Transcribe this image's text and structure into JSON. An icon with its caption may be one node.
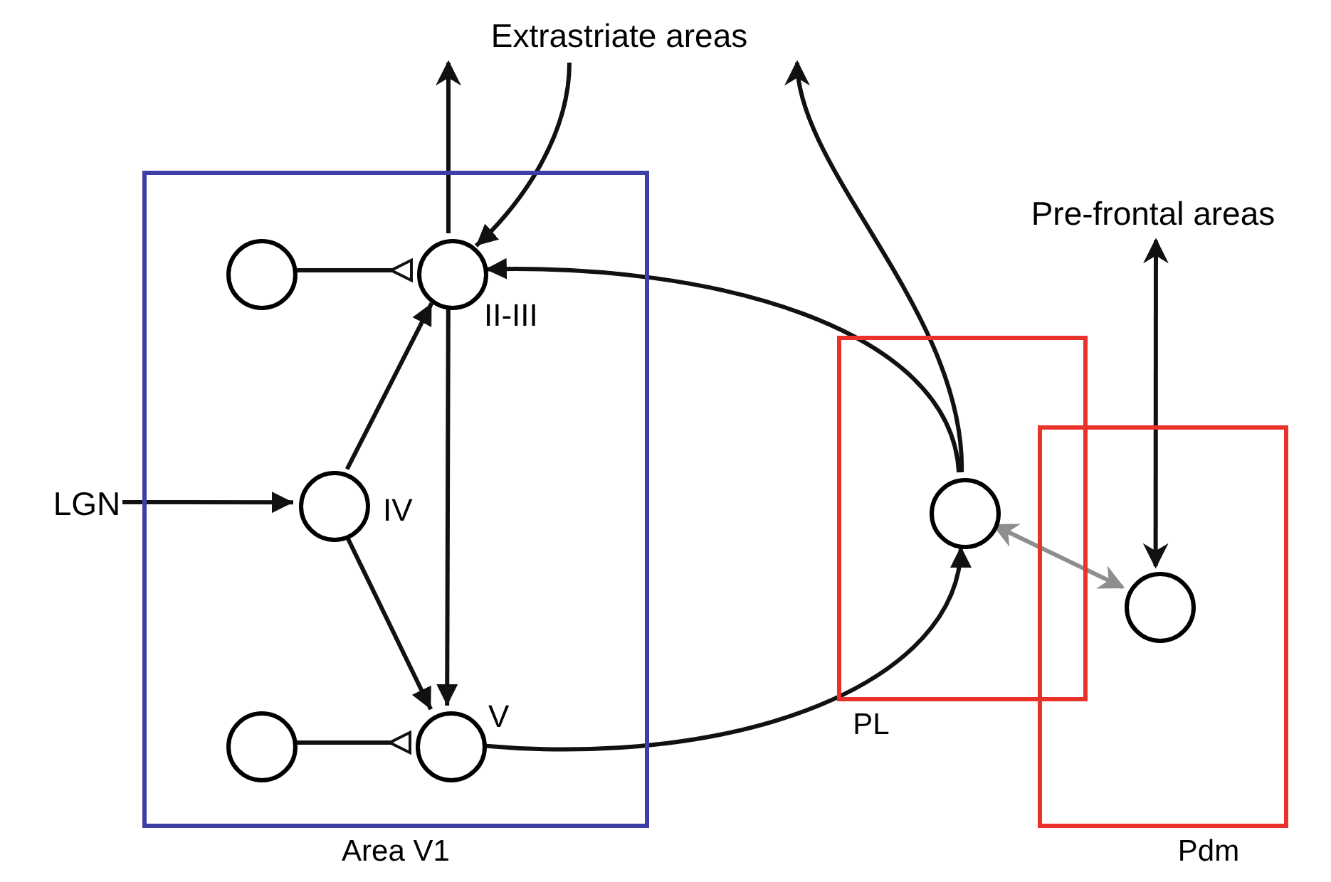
{
  "diagram": {
    "nodes": [
      {
        "text": [
          "Area V1"
        ]
      },
      {
        "text": [],
        "shape": "circle",
        "in": 0
      },
      {
        "text": [],
        "shape": "circle",
        "in": 0,
        "beside": [
          "II-III"
        ]
      },
      {
        "text": [],
        "shape": "circle",
        "in": 0,
        "beside": [
          "IV"
        ]
      },
      {
        "text": [],
        "shape": "circle",
        "in": 0
      },
      {
        "text": [],
        "shape": "circle",
        "in": 0,
        "beside": [
          "V"
        ]
      },
      {
        "text": [
          "LGN"
        ]
      },
      {
        "text": [
          "Extrastriate areas"
        ]
      },
      {
        "text": [
          "PL"
        ]
      },
      {
        "text": [],
        "shape": "circle",
        "in": 8
      },
      {
        "text": [
          "Pdm"
        ]
      },
      {
        "text": [],
        "shape": "circle",
        "in": 10
      },
      {
        "text": [
          "Pre-frontal areas"
        ]
      }
    ],
    "edges": [
      {
        "from": 1,
        "to": 2,
        "arrow": "other"
      },
      {
        "from": 4,
        "to": 5,
        "arrow": "other"
      },
      {
        "from": 3,
        "to": 2,
        "arrow": "to"
      },
      {
        "from": 3,
        "to": 5,
        "arrow": "to"
      },
      {
        "from": 2,
        "to": 5,
        "arrow": "to"
      },
      {
        "from": 6,
        "to": 3,
        "arrow": "to"
      },
      {
        "from": 2,
        "to": 7,
        "arrow": "to"
      },
      {
        "from": 7,
        "to": 2,
        "arrow": "to"
      },
      {
        "from": 9,
        "to": 2,
        "arrow": "to"
      },
      {
        "from": 5,
        "to": 9,
        "arrow": "to"
      },
      {
        "from": 9,
        "to": 7,
        "arrow": "to"
      },
      {
        "from": 9,
        "to": 11,
        "arrow": "both",
        "color": "#8e8e8e"
      },
      {
        "from": 12,
        "to": 11,
        "arrow": "both"
      }
    ]
  }
}
